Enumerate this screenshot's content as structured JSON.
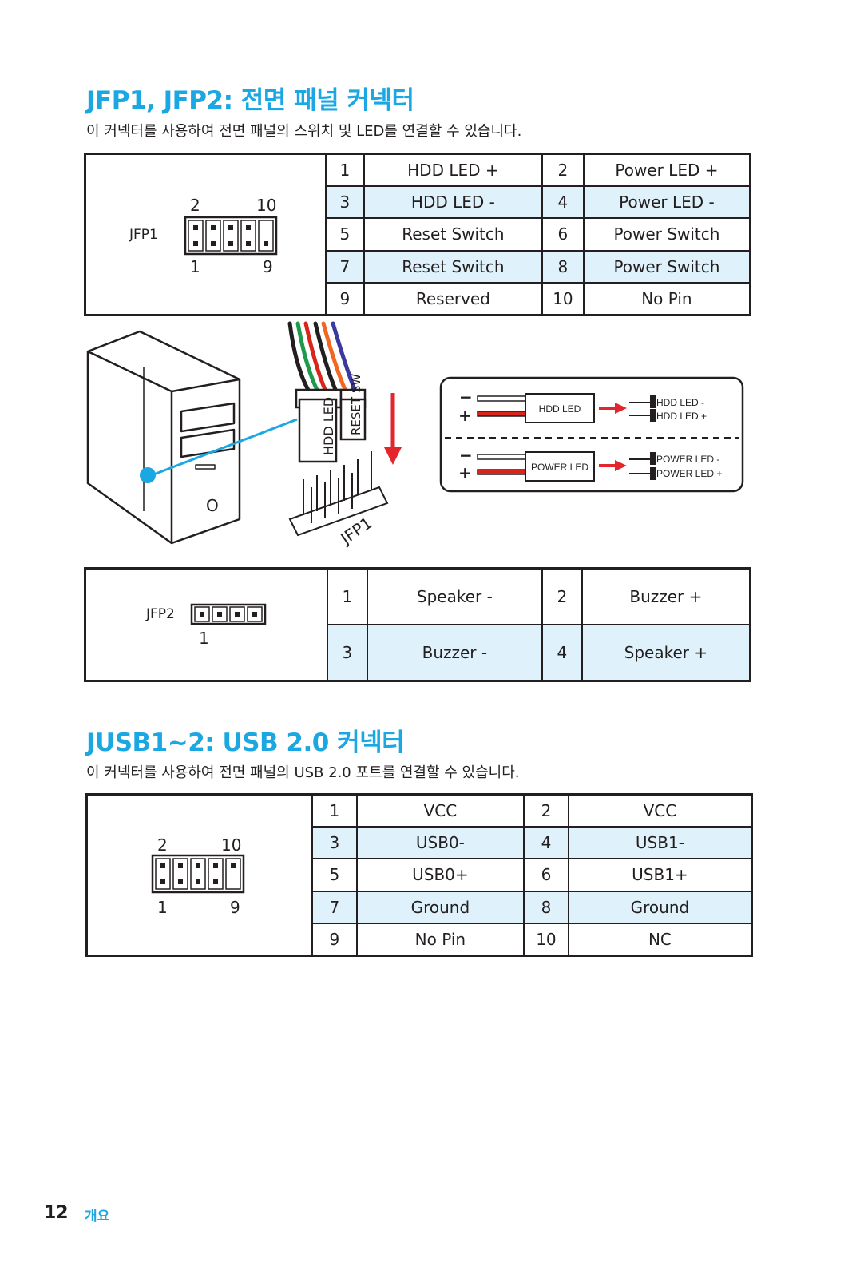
{
  "jfp_section": {
    "title": "JFP1, JFP2: 전면 패널 커넥터",
    "description": "이 커넥터를 사용하여 전면 패널의 스위치 및 LED를 연결할 수 있습니다."
  },
  "jfp1": {
    "label": "JFP1",
    "top_left_pin": "2",
    "top_right_pin": "10",
    "bottom_left_pin": "1",
    "bottom_right_pin": "9",
    "rows": [
      [
        "1",
        "HDD LED +",
        "2",
        "Power LED +"
      ],
      [
        "3",
        "HDD LED -",
        "4",
        "Power LED -"
      ],
      [
        "5",
        "Reset Switch",
        "6",
        "Power Switch"
      ],
      [
        "7",
        "Reset Switch",
        "8",
        "Power Switch"
      ],
      [
        "9",
        "Reserved",
        "10",
        "No Pin"
      ]
    ]
  },
  "illustration": {
    "cable_label_1": "HDD LED",
    "cable_label_2": "RESET SW",
    "header_label": "JFP1",
    "hdd_led_box": "HDD LED",
    "power_led_box": "POWER LED",
    "hdd_led_minus": "HDD LED -",
    "hdd_led_plus": "HDD LED +",
    "power_led_minus": "POWER LED -",
    "power_led_plus": "POWER LED +",
    "minus_sign": "−",
    "plus_sign": "+",
    "case_letter": "O"
  },
  "jfp2": {
    "label": "JFP2",
    "bottom_left_pin": "1",
    "rows": [
      [
        "1",
        "Speaker -",
        "2",
        "Buzzer +"
      ],
      [
        "3",
        "Buzzer -",
        "4",
        "Speaker +"
      ]
    ]
  },
  "usb_section": {
    "title": "JUSB1~2: USB 2.0 커넥터",
    "description": "이 커넥터를 사용하여 전면 패널의 USB 2.0 포트를 연결할 수 있습니다."
  },
  "jusb": {
    "top_left_pin": "2",
    "top_right_pin": "10",
    "bottom_left_pin": "1",
    "bottom_right_pin": "9",
    "rows": [
      [
        "1",
        "VCC",
        "2",
        "VCC"
      ],
      [
        "3",
        "USB0-",
        "4",
        "USB1-"
      ],
      [
        "5",
        "USB0+",
        "6",
        "USB1+"
      ],
      [
        "7",
        "Ground",
        "8",
        "Ground"
      ],
      [
        "9",
        "No Pin",
        "10",
        "NC"
      ]
    ]
  },
  "footer": {
    "page_number": "12",
    "section": "개요"
  },
  "colors": {
    "accent": "#1ba7e2",
    "row_highlight": "#dff1fa",
    "arrow_red": "#e4262c"
  }
}
